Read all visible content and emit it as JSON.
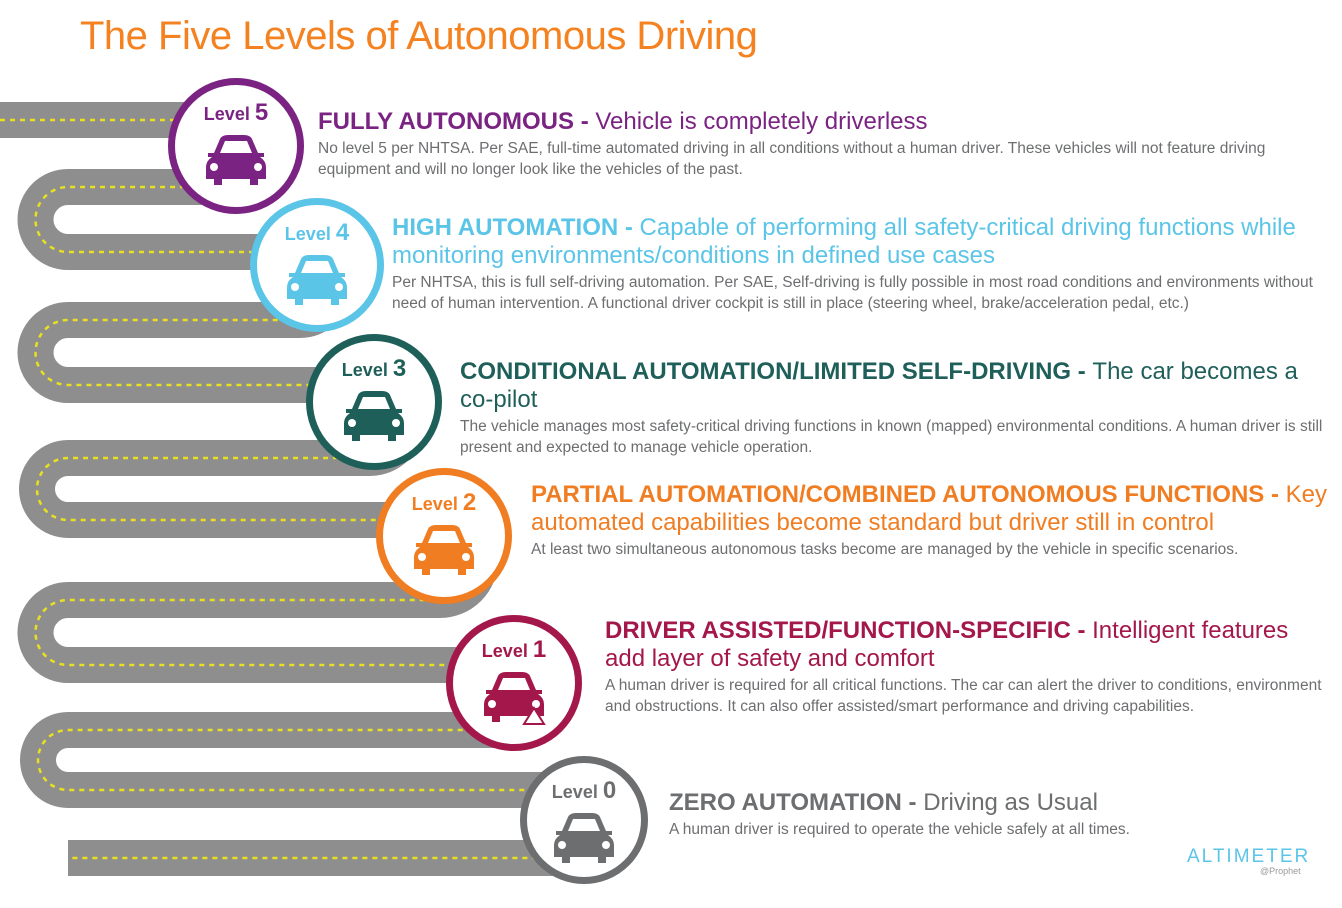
{
  "title": "The Five Levels of Autonomous Driving",
  "levels": [
    {
      "label": "Level",
      "num": "5",
      "name": "FULLY AUTONOMOUS",
      "dash": " - ",
      "tagline": "Vehicle is completely driverless",
      "desc": "No level 5 per NHTSA. Per SAE, full-time automated driving in all conditions without a human driver. These vehicles will not feature driving equipment and will no longer look like the vehicles of the past.",
      "color": "#7b2382",
      "icon": "driverless-car-icon"
    },
    {
      "label": "Level",
      "num": "4",
      "name": "HIGH AUTOMATION",
      "dash": " - ",
      "tagline": "Capable of performing all safety-critical driving functions while monitoring environments/conditions in defined use cases",
      "desc": "Per NHTSA, this is full self-driving automation. Per SAE, Self-driving is fully possible in most road conditions and environments without need of human intervention. A functional driver cockpit is still in place (steering wheel, brake/acceleration pedal, etc.)",
      "color": "#5bc5e8",
      "icon": "car-with-trees-icon"
    },
    {
      "label": "Level",
      "num": "3",
      "name": "CONDITIONAL AUTOMATION/LIMITED SELF-DRIVING",
      "dash": " - ",
      "tagline": "The car becomes a co-pilot",
      "desc": "The vehicle manages most safety-critical driving functions in known (mapped) environmental conditions. A human driver is still present and expected to manage vehicle operation.",
      "color": "#1f5f5a",
      "icon": "copilot-car-icon"
    },
    {
      "label": "Level",
      "num": "2",
      "name": "PARTIAL AUTOMATION/COMBINED AUTONOMOUS FUNCTIONS",
      "dash": " - ",
      "tagline": "Key automated capabilities become standard but driver still in control",
      "desc": "At least two simultaneous autonomous tasks become are managed by the vehicle in specific scenarios.",
      "color": "#f07d22",
      "icon": "sensor-car-icon"
    },
    {
      "label": "Level",
      "num": "1",
      "name": "DRIVER ASSISTED/FUNCTION-SPECIFIC",
      "dash": " - ",
      "tagline": "Intelligent features add layer of safety and comfort",
      "desc": "A human driver is required for all critical functions. The car can alert the driver to conditions, environment and obstructions. It can also offer assisted/smart performance and driving capabilities.",
      "color": "#a3174a",
      "icon": "warning-car-icon"
    },
    {
      "label": "Level",
      "num": "0",
      "name": "ZERO AUTOMATION",
      "dash": " - ",
      "tagline": "Driving as Usual",
      "desc": "A human driver is required to operate the vehicle safely at all times.",
      "color": "#6d6e70",
      "icon": "manual-car-icon"
    }
  ],
  "logo": {
    "name": "ALTIMETER",
    "sub": "@Prophet"
  }
}
